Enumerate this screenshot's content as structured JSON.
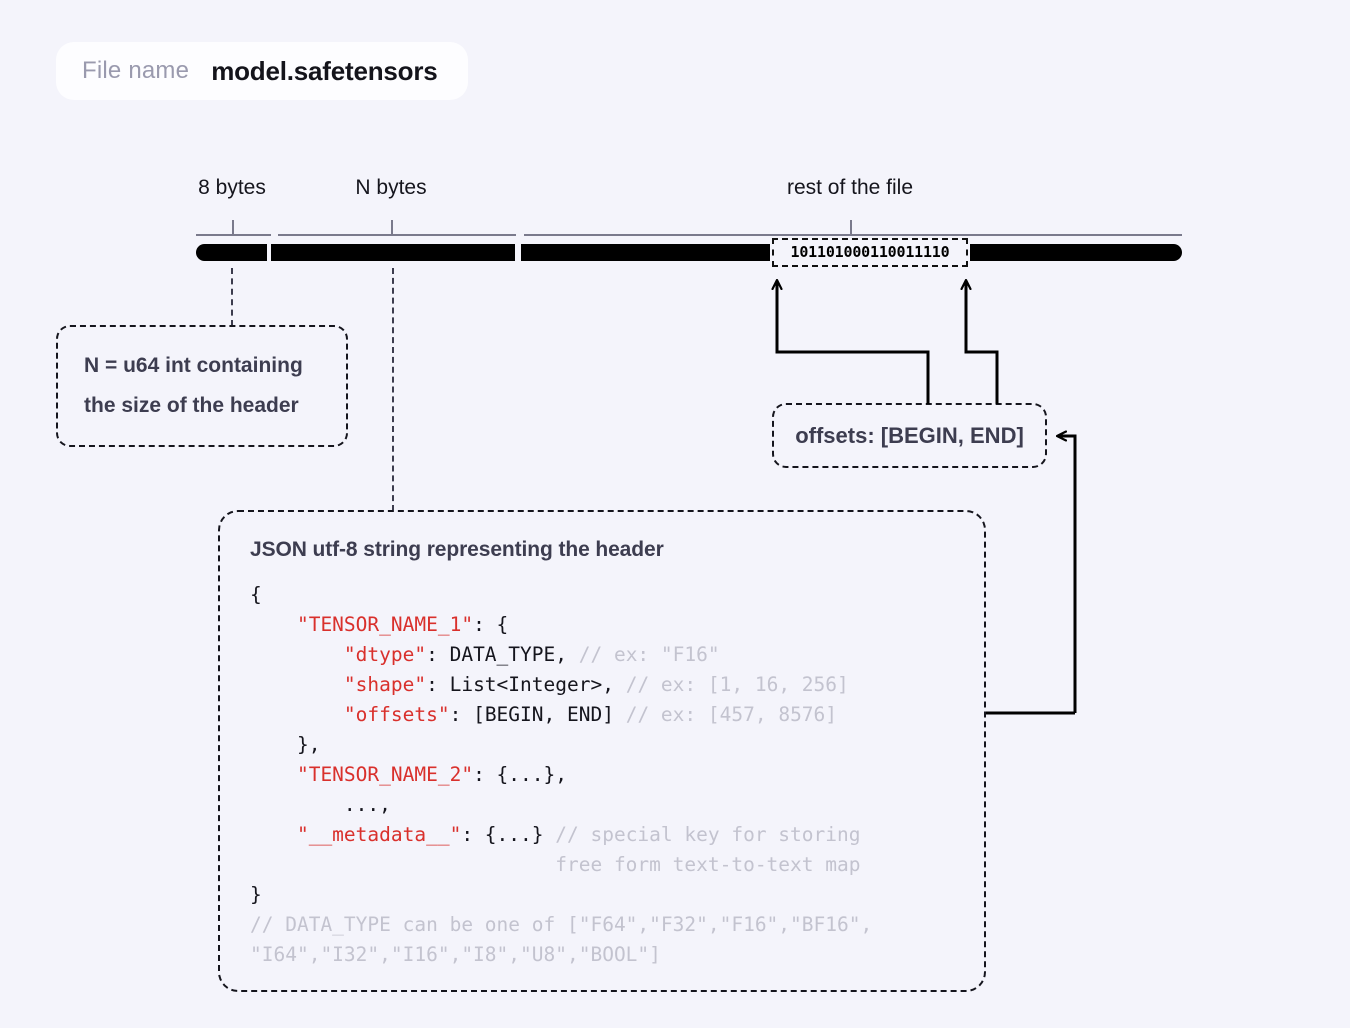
{
  "background_color": "#f4f4fb",
  "accent_key_color": "#d9302c",
  "file": {
    "label": "File name",
    "value": "model.safetensors"
  },
  "ruler": {
    "segments": [
      {
        "label": "8 bytes"
      },
      {
        "label": "N bytes"
      },
      {
        "label": "rest of the file"
      }
    ]
  },
  "binary_chip": {
    "value": "101101000110011110"
  },
  "callouts": {
    "n_note_line1": "N = u64 int containing",
    "n_note_line2": "the size of the header",
    "offsets_note": "offsets: [BEGIN, END]"
  },
  "json_panel": {
    "title": "JSON utf-8 string representing the header",
    "lines": [
      {
        "id": "l0",
        "text": "{"
      },
      {
        "id": "l1",
        "key": "    \"TENSOR_NAME_1\"",
        "rest": ": {"
      },
      {
        "id": "l2",
        "key": "        \"dtype\"",
        "rest": ": DATA_TYPE, ",
        "comment": "// ex: \"F16\""
      },
      {
        "id": "l3",
        "key": "        \"shape\"",
        "rest": ": List<Integer>, ",
        "comment": "// ex: [1, 16, 256]"
      },
      {
        "id": "l4",
        "key": "        \"offsets\"",
        "rest": ": [BEGIN, END] ",
        "comment": "// ex: [457, 8576]"
      },
      {
        "id": "l5",
        "text": "    },"
      },
      {
        "id": "l6",
        "key": "    \"TENSOR_NAME_2\"",
        "rest": ": {...},"
      },
      {
        "id": "l7",
        "text": "        ...,"
      },
      {
        "id": "l8",
        "key": "    \"__metadata__\"",
        "rest": ": {...} ",
        "comment": "// special key for storing"
      },
      {
        "id": "l9",
        "comment": "                          free form text-to-text map"
      },
      {
        "id": "l10",
        "text": "}"
      },
      {
        "id": "l11",
        "comment": "// DATA_TYPE can be one of [\"F64\",\"F32\",\"F16\",\"BF16\","
      },
      {
        "id": "l12",
        "comment": "\"I64\",\"I32\",\"I16\",\"I8\",\"U8\",\"BOOL\"]"
      }
    ]
  }
}
